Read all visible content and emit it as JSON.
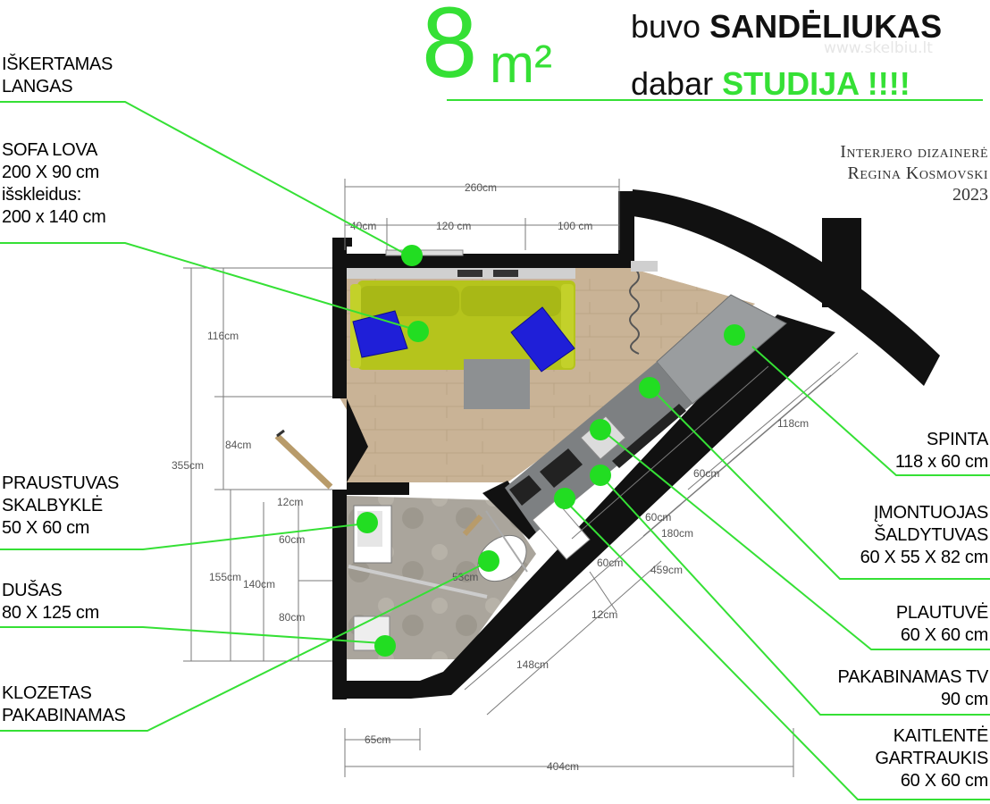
{
  "title": {
    "area_number": "8",
    "area_unit": "m²",
    "line1_prefix": "buvo",
    "line1_word": "SANDĖLIUKAS",
    "line2_prefix": "dabar",
    "line2_word": "STUDIJA !!!!"
  },
  "watermark": "www.skelbiu.lt",
  "designer": {
    "role": "Interjero dizainerė",
    "name": "Regina Kosmovski",
    "year": "2023"
  },
  "labels": {
    "window": "IŠKERTAMAS\nLANGAS",
    "sofa": "SOFA LOVA\n200 X 90 cm\nišskleidus:\n200 x 140 cm",
    "sink_washer": "PRAUSTUVAS\nSKALBYKLĖ\n50 X 60 cm",
    "shower": "DUŠAS\n80 X 125 cm",
    "toilet": "KLOZETAS\nPAKABINAMAS",
    "wardrobe": "SPINTA\n118 x 60 cm",
    "fridge": "ĮMONTUOJAS\nŠALDYTUVAS\n60 X 55 X 82 cm",
    "kitchen_sink": "PLAUTUVĖ\n60 X 60 cm",
    "tv": "PAKABINAMAS TV\n90 cm",
    "hob": "KAITLENTĖ\nGARTRAUKIS\n60 X 60 cm"
  },
  "dimensions": {
    "top_total": "260cm",
    "top_a": "40cm",
    "top_b": "120 cm",
    "top_c": "100 cm",
    "left_116": "116cm",
    "left_84": "84cm",
    "left_355": "355cm",
    "left_12": "12cm",
    "left_60": "60cm",
    "left_155": "155cm",
    "left_140": "140cm",
    "left_80": "80cm",
    "bottom_65": "65cm",
    "bottom_404": "404cm",
    "diag_118": "118cm",
    "diag_60a": "60cm",
    "diag_60b": "60cm",
    "diag_180": "180cm",
    "diag_60c": "60cm",
    "diag_459": "459cm",
    "diag_12": "12cm",
    "diag_148": "148cm",
    "toilet_53": "53cm"
  },
  "colors": {
    "accent_green": "#35e035",
    "marker_green": "#22dd22",
    "wall": "#111111",
    "floor_wood": "#c9b396",
    "sofa": "#b5c41c",
    "pillow": "#1f1fd8",
    "cabinet": "#8f9294",
    "bathroom_floor": "#aaa59c"
  }
}
